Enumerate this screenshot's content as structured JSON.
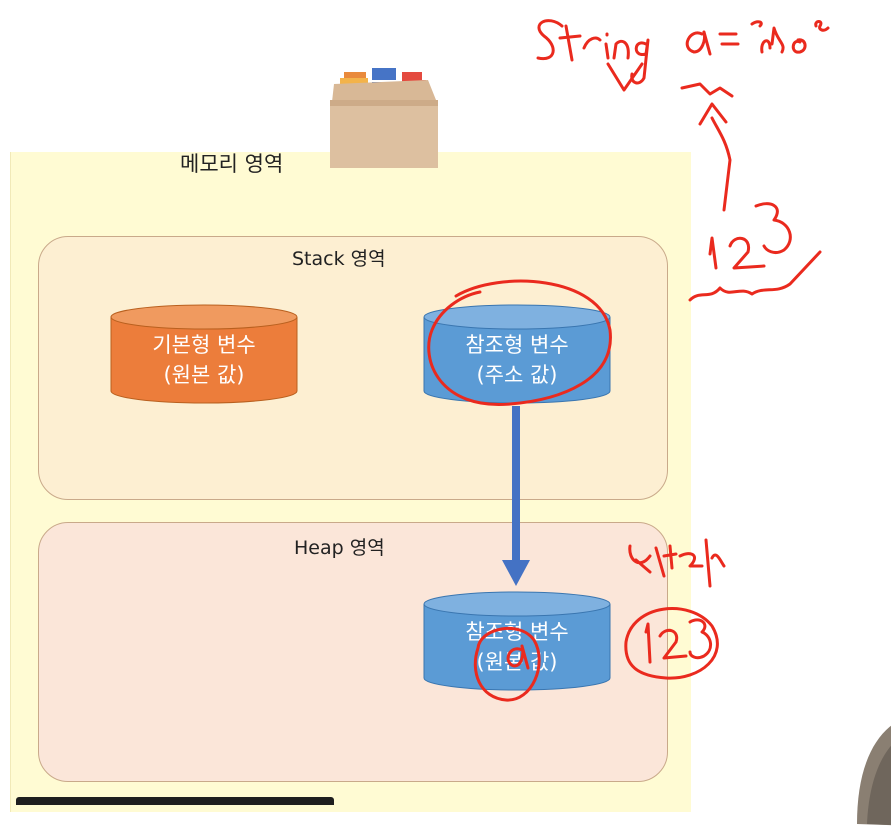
{
  "diagram": {
    "memory_title": "메모리 영역",
    "stack_title": "Stack 영역",
    "heap_title": "Heap 영역",
    "primitive_var": {
      "line1": "기본형 변수",
      "line2": "(원본 값)"
    },
    "reference_var_stack": {
      "line1": "참조형 변수",
      "line2": "(주소 값)"
    },
    "reference_var_heap": {
      "line1": "참조형 변수",
      "line2": "(원본 값)"
    }
  },
  "colors": {
    "memory_bg": "#fffbd3",
    "stack_bg": "#fdefd2",
    "heap_bg": "#fbe6d9",
    "primitive_cylinder": "#ec7d3b",
    "reference_cylinder": "#5b9bd5",
    "arrow": "#4472c4",
    "annotation_ink": "#ea2a1e"
  }
}
